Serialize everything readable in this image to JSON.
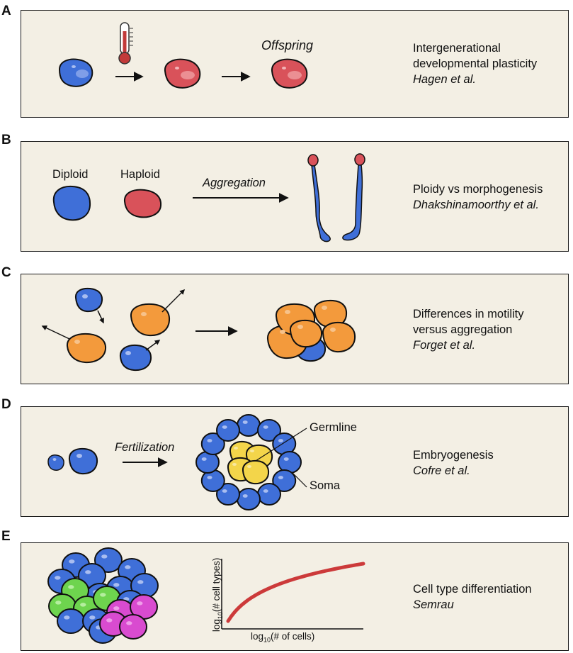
{
  "panels": [
    {
      "letter": "A",
      "diagram_label": "Offspring",
      "caption_line1": "Intergenerational",
      "caption_line2": "developmental plasticity",
      "citation": "Hagen et al."
    },
    {
      "letter": "B",
      "label_diploid": "Diploid",
      "label_haploid": "Haploid",
      "label_arrow": "Aggregation",
      "caption_line1": "Ploidy vs morphogenesis",
      "citation": "Dhakshinamoorthy et al."
    },
    {
      "letter": "C",
      "caption_line1": "Differences in motility",
      "caption_line2": "versus aggregation",
      "citation": "Forget et al."
    },
    {
      "letter": "D",
      "label_arrow": "Fertilization",
      "label_germline": "Germline",
      "label_soma": "Soma",
      "caption_line1": "Embryogenesis",
      "citation": "Cofre et al."
    },
    {
      "letter": "E",
      "axis_y": "log10(# cell types)",
      "axis_x": "log10(# of cells)",
      "caption_line1": "Cell type differentiation",
      "citation": "Semrau"
    }
  ],
  "colors": {
    "panel_bg": "#f3efe4",
    "blue_cell": "#3f6fd8",
    "red_cell": "#d9525a",
    "orange_cell": "#f39a3c",
    "yellow_cell": "#f3d54a",
    "green_cell": "#6ed44e",
    "magenta_cell": "#d94bd0",
    "curve": "#cc3a3a"
  },
  "chart_data": {
    "type": "line",
    "title": "",
    "xlabel": "log10(# of cells)",
    "ylabel": "log10(# cell types)",
    "series": [
      {
        "values_shape": "concave increasing curve (no numeric ticks)"
      }
    ]
  }
}
